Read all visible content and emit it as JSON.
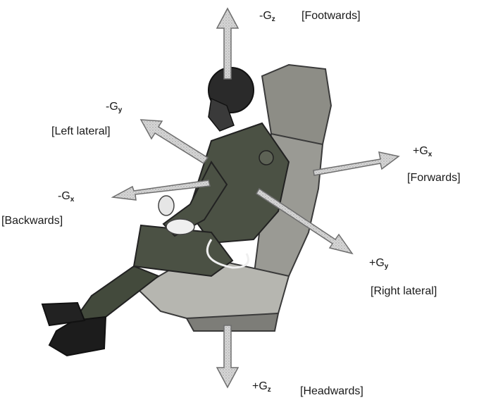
{
  "axes": {
    "neg_gz": {
      "sign": "-G",
      "sub": "z",
      "label": "[Footwards]"
    },
    "neg_gy": {
      "sign": "-G",
      "sub": "y",
      "label": "[Left lateral]"
    },
    "pos_gx": {
      "sign": "+G",
      "sub": "x",
      "label": "[Forwards]"
    },
    "neg_gx": {
      "sign": "-G",
      "sub": "x",
      "label": "[Backwards]"
    },
    "pos_gy": {
      "sign": "+G",
      "sub": "y",
      "label": "[Right lateral]"
    },
    "pos_gz": {
      "sign": "+G",
      "sub": "z",
      "label": "[Headwards]"
    }
  },
  "colors": {
    "arrow_fill": "#d4d4d4",
    "arrow_stroke": "#6e6e6e",
    "flight_suit": "#4b5144",
    "seat": "#9a9a94",
    "helmet": "#2a2a2a"
  },
  "illustration": "pilot-in-ejection-seat"
}
